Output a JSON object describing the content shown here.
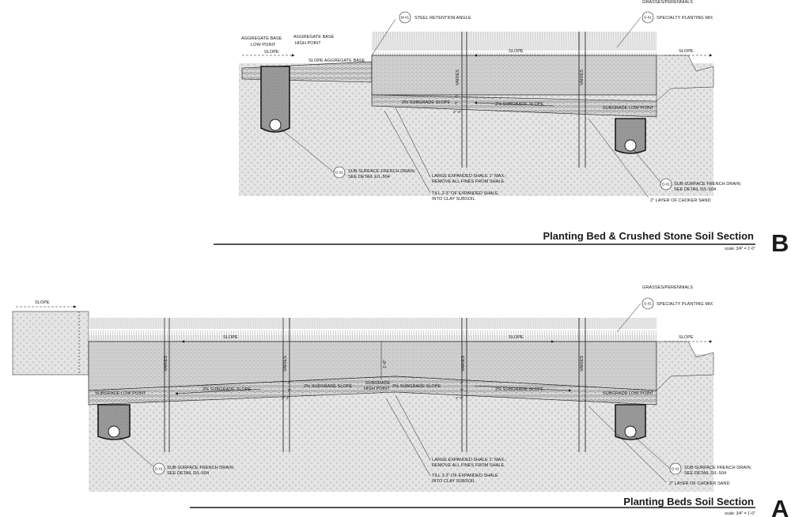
{
  "section_b": {
    "title": "Planting Bed & Crushed Stone Soil Section",
    "letter": "B",
    "scale": "scale: 3/4\" = 1'-0\"",
    "labels": {
      "grasses": "GRASSES/PERENNIALS",
      "s01_tag": "S-01",
      "s01_text": "SPECIALTY PLANTING MIX",
      "m01_tag": "M-01",
      "m01_text": "STEEL RETENTION ANGLE",
      "agg_low_1": "AGGREGATE BASE",
      "agg_low_2": "LOW POINT",
      "agg_high_1": "AGGREGATE BASE",
      "agg_high_2": "HIGH POINT",
      "slope": "SLOPE",
      "slope_agg": "SLOPE AGGREGATE BASE",
      "varies": "VARIES",
      "subgrade_slope": "2% SUBGRADE SLOPE",
      "subgrade_low": "SUBGRADE LOW POINT",
      "dim_2in": "2\"",
      "dim_6in": "6\"",
      "dim_2_3": "2\"-3\"",
      "d01_tag": "D-01",
      "drain_left_1": "SUB-SURFACE FRENCH DRAIN;",
      "drain_left_2": "SEE DETAIL E/L-504",
      "drain_right_1": "SUB-SURFACE FRENCH DRAIN;",
      "drain_right_2": "SEE DETAIL D/L-504",
      "shale_1": "LARGE EXPANDED SHALE 1\" MAX.;",
      "shale_2": "REMOVE ALL FINES FROM SHALE",
      "till_1": "TILL 2-3\" OF EXPANDED SHALE",
      "till_2": "INTO CLAY SUBSOIL",
      "choker": "2\" LAYER OF CHOKER SAND"
    }
  },
  "section_a": {
    "title": "Planting Beds Soil Section",
    "letter": "A",
    "scale": "scale: 3/4\" = 1'-0\"",
    "labels": {
      "grasses": "GRASSES/PERENNIALS",
      "s01_tag": "S-01",
      "s01_text": "SPECIALTY PLANTING MIX",
      "slope": "SLOPE",
      "varies": "VARIES",
      "dim_1_6": "1'-6\"",
      "subgrade_slope": "2% SUBGRADE SLOPE",
      "subgrade_low": "SUBGRADE LOW POINT",
      "subgrade_high_1": "SUBGRADE",
      "subgrade_high_2": "HIGH POINT",
      "dim_2in": "2\"",
      "dim_6in": "6\"",
      "dim_2_3": "2\"-3\"",
      "d01_tag": "D-01",
      "drain_1": "SUB-SURFACE FRENCH DRAIN;",
      "drain_2": "SEE DETAIL D/L-504",
      "shale_1": "LARGE EXPANDED SHALE 1\" MAX.;",
      "shale_2": "REMOVE ALL FINES FROM SHALE",
      "till_1": "TILL 2-3\" OF EXPANDED SHALE",
      "till_2": "INTO CLAY SUBSOIL",
      "choker": "2\" LAYER OF CHOKER SAND"
    }
  },
  "colors": {
    "line": "#1a1a1a",
    "soil": "#e3e3e3",
    "planting_mix": "#cfcfcf",
    "gravel": "#c2c2c2",
    "drain": "#9a9a9a",
    "background": "#ffffff"
  }
}
